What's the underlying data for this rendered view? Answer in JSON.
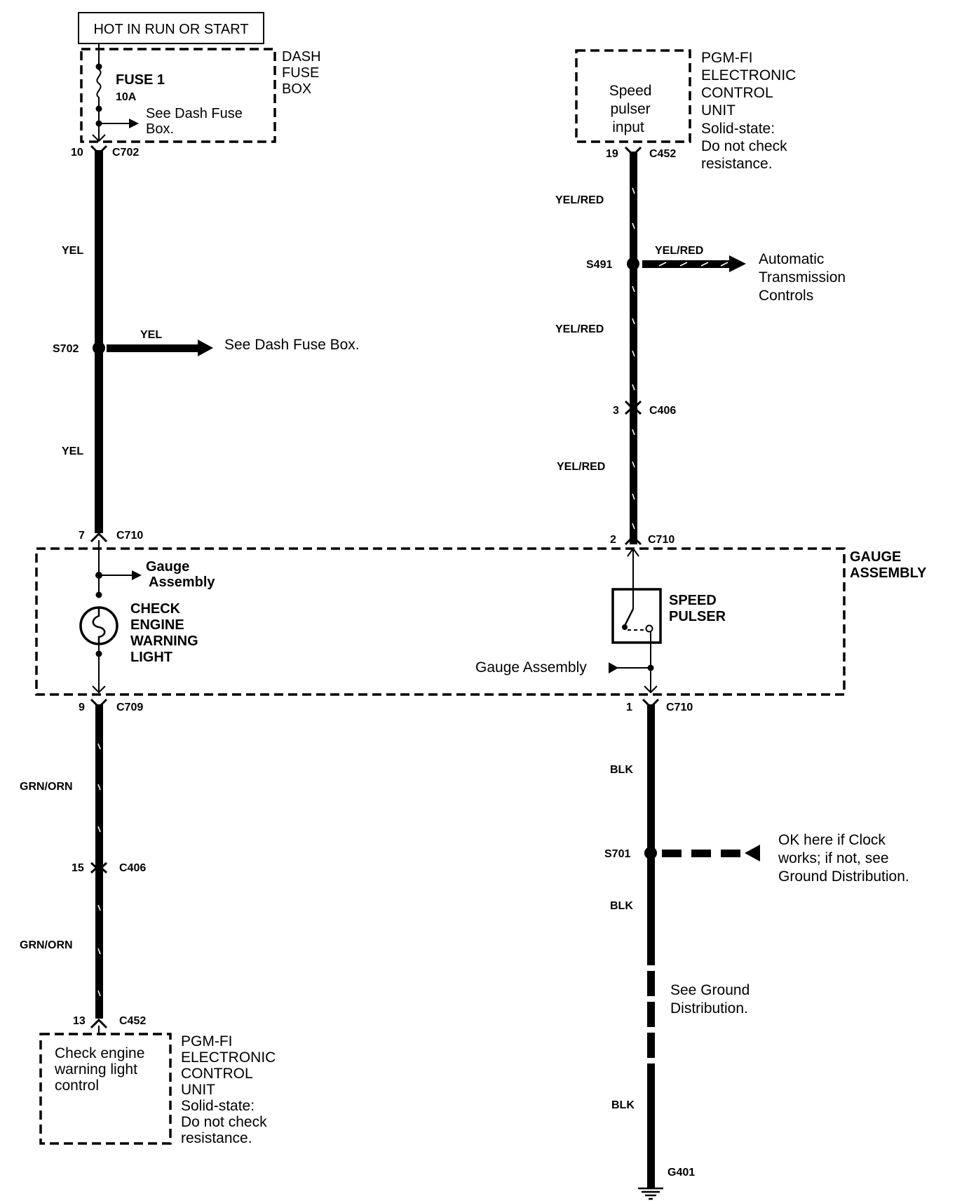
{
  "power_label": "HOT IN RUN OR START",
  "dash_fuse_box": {
    "title_lines": [
      "DASH",
      "FUSE",
      "BOX"
    ],
    "fuse_name": "FUSE 1",
    "fuse_rating": "10A",
    "see_lines": [
      "See Dash Fuse",
      "Box."
    ]
  },
  "ecu_top": {
    "inner_lines": [
      "Speed",
      "pulser",
      "input"
    ],
    "title_lines": [
      "PGM-FI",
      "ELECTRONIC",
      "CONTROL",
      "UNIT"
    ],
    "note_lines": [
      "Solid-state:",
      "Do not check",
      "resistance."
    ]
  },
  "ecu_bottom": {
    "inner_lines": [
      "Check engine",
      "warning light",
      "control"
    ],
    "title_lines": [
      "PGM-FI",
      "ELECTRONIC",
      "CONTROL",
      "UNIT"
    ],
    "note_lines": [
      "Solid-state:",
      "Do not check",
      "resistance."
    ]
  },
  "gauge_assembly": {
    "title_lines": [
      "GAUGE",
      "ASSEMBLY"
    ],
    "see_lines": [
      "Gauge",
      "Assembly"
    ],
    "lamp_lines": [
      "CHECK",
      "ENGINE",
      "WARNING",
      "LIGHT"
    ],
    "pulser_lines": [
      "SPEED",
      "PULSER"
    ],
    "gauge_ref": "Gauge Assembly"
  },
  "left_circuit": {
    "c702_pin": "10",
    "c702": "C702",
    "wire_yel_1": "YEL",
    "s702": "S702",
    "s702_wire": "YEL",
    "s702_see": "See Dash Fuse Box.",
    "wire_yel_2": "YEL",
    "c710_pin": "7",
    "c710": "C710",
    "c709_pin": "9",
    "c709": "C709",
    "wire_grn_1": "GRN/ORN",
    "c406_pin": "15",
    "c406": "C406",
    "wire_grn_2": "GRN/ORN",
    "c452_pin": "13",
    "c452": "C452"
  },
  "right_circuit": {
    "c452_pin": "19",
    "c452": "C452",
    "wire_yr_1": "YEL/RED",
    "s491": "S491",
    "s491_wire": "YEL/RED",
    "atc_lines": [
      "Automatic",
      "Transmission",
      "Controls"
    ],
    "wire_yr_2": "YEL/RED",
    "c406_pin": "3",
    "c406": "C406",
    "wire_yr_3": "YEL/RED",
    "c710_top_pin": "2",
    "c710_top": "C710",
    "c710_bot_pin": "1",
    "c710_bot": "C710",
    "wire_blk_1": "BLK",
    "s701": "S701",
    "ok_lines": [
      "OK here if Clock",
      "works; if not, see",
      "Ground Distribution."
    ],
    "wire_blk_2": "BLK",
    "ground_see_lines": [
      "See Ground",
      "Distribution."
    ],
    "wire_blk_3": "BLK",
    "g401": "G401"
  }
}
